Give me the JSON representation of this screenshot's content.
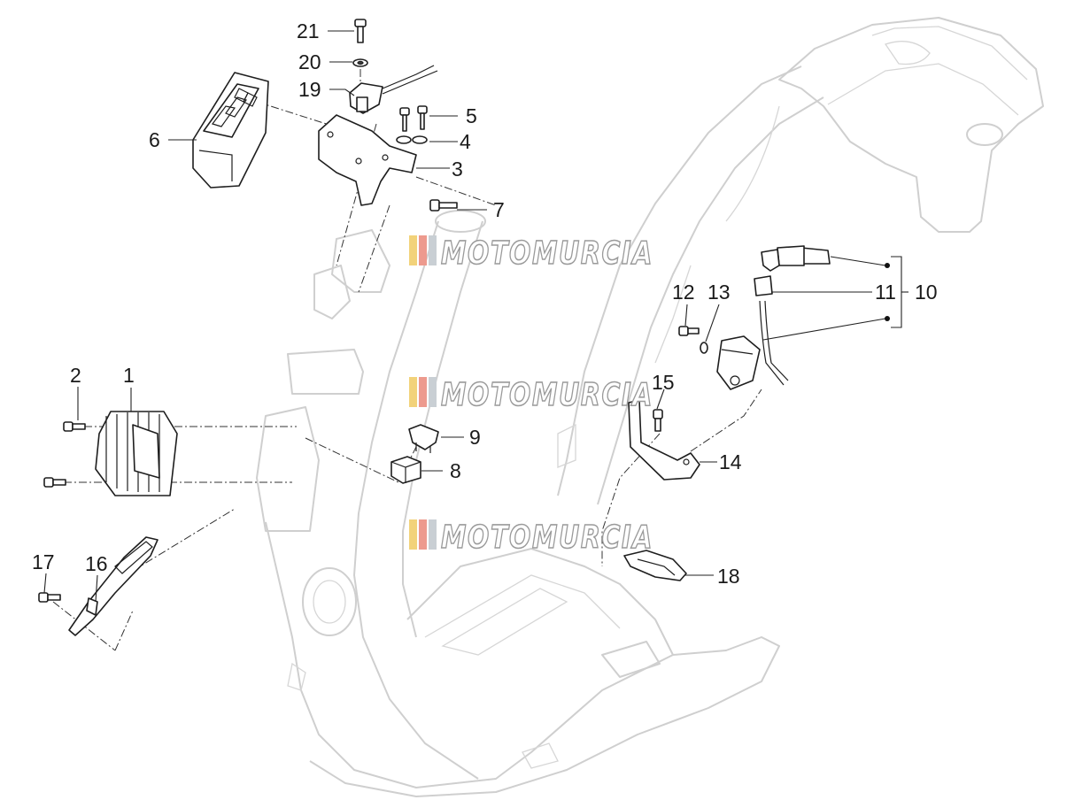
{
  "watermark": {
    "text": "MOTOMURCIA",
    "stripe_colors": [
      "#f2d27a",
      "#ed9a8e",
      "#c9cfd4"
    ]
  },
  "callouts": [
    {
      "id": "1",
      "label": "1"
    },
    {
      "id": "2",
      "label": "2"
    },
    {
      "id": "3",
      "label": "3"
    },
    {
      "id": "4",
      "label": "4"
    },
    {
      "id": "5",
      "label": "5"
    },
    {
      "id": "6",
      "label": "6"
    },
    {
      "id": "7",
      "label": "7"
    },
    {
      "id": "8",
      "label": "8"
    },
    {
      "id": "9",
      "label": "9"
    },
    {
      "id": "10",
      "label": "10"
    },
    {
      "id": "11",
      "label": "11"
    },
    {
      "id": "12",
      "label": "12"
    },
    {
      "id": "13",
      "label": "13"
    },
    {
      "id": "14",
      "label": "14"
    },
    {
      "id": "15",
      "label": "15"
    },
    {
      "id": "16",
      "label": "16"
    },
    {
      "id": "17",
      "label": "17"
    },
    {
      "id": "18",
      "label": "18"
    },
    {
      "id": "19",
      "label": "19"
    },
    {
      "id": "20",
      "label": "20"
    },
    {
      "id": "21",
      "label": "21"
    }
  ]
}
